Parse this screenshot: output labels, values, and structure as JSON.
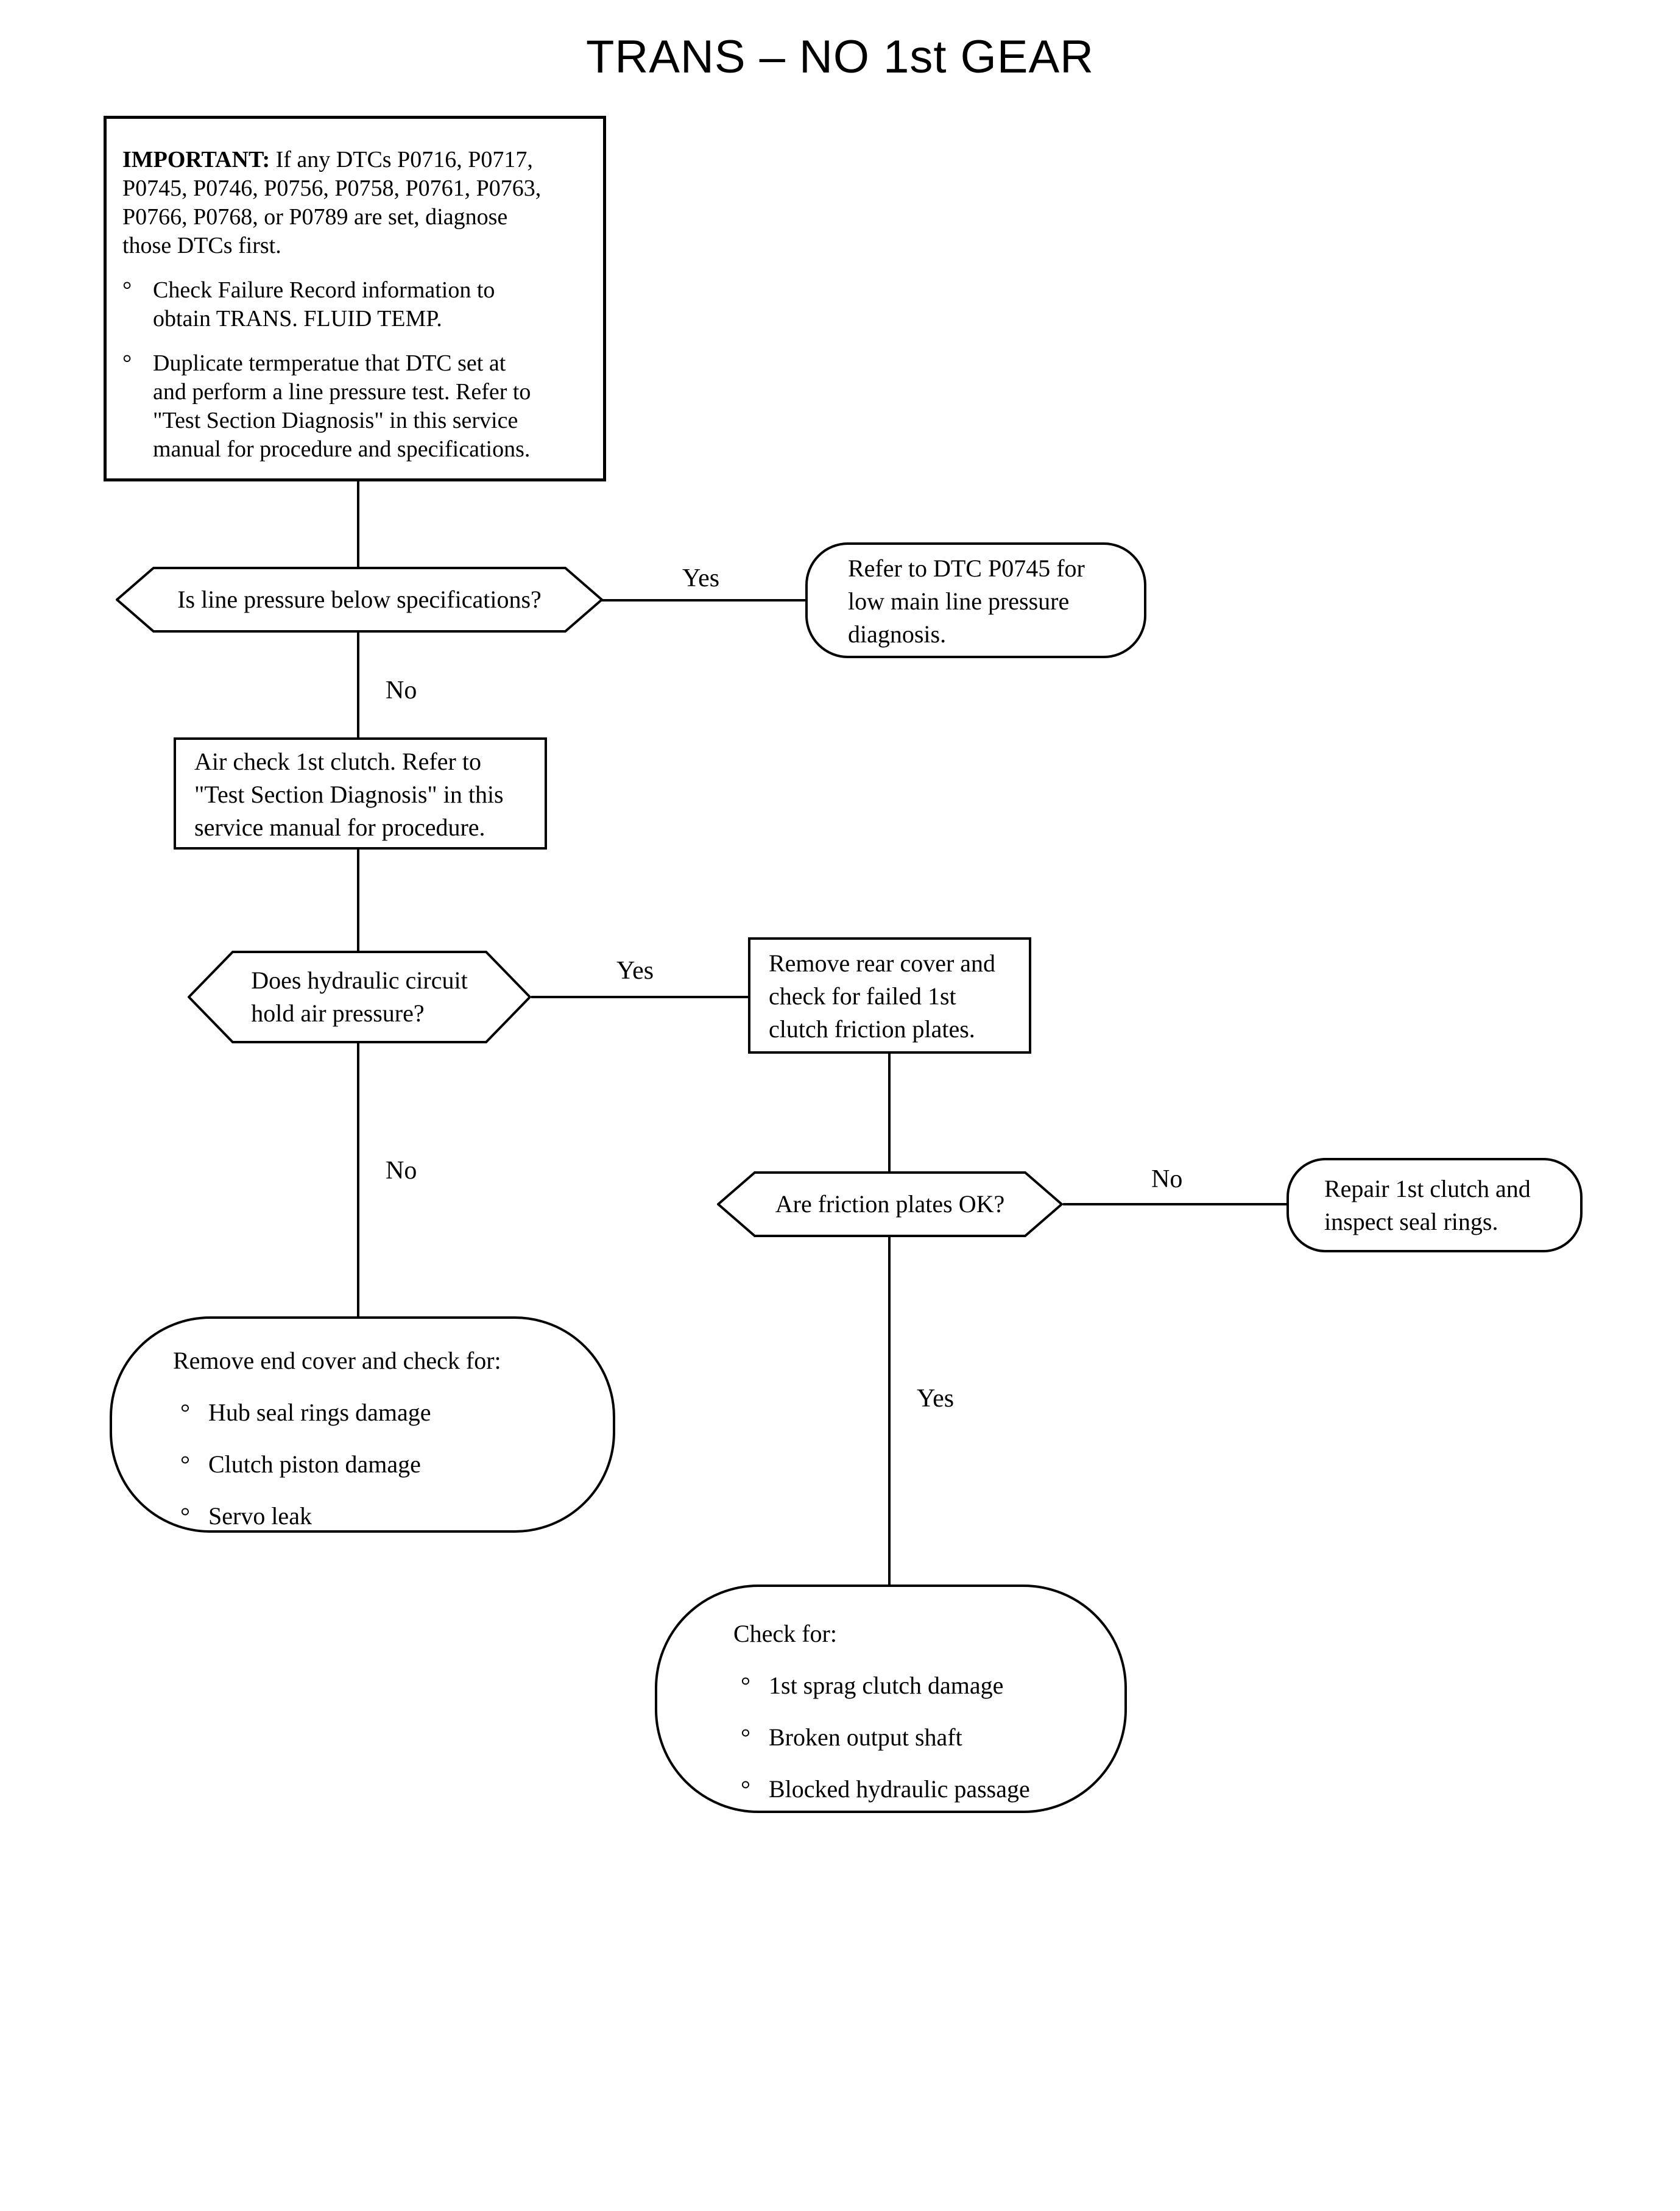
{
  "title": "TRANS – NO 1st GEAR",
  "bullet_char": "°",
  "labels": {
    "yes": "Yes",
    "no": "No"
  },
  "nodes": {
    "important": {
      "heading": "IMPORTANT:",
      "intro": "If any DTCs P0716, P0717,\nP0745, P0746, P0756, P0758, P0761, P0763,\nP0766, P0768, or P0789 are set, diagnose\nthose DTCs first.",
      "bullets": [
        "Check Failure Record information to\nobtain TRANS. FLUID TEMP.",
        "Duplicate termperatue that DTC set at\nand perform a line pressure test. Refer to\n\"Test Section Diagnosis\" in this service\nmanual for procedure and specifications."
      ]
    },
    "q_line_pressure": "Is line pressure below specifications?",
    "refer_dtc": "Refer to DTC P0745 for\nlow main line pressure\ndiagnosis.",
    "air_check": "Air check 1st clutch. Refer to\n\"Test Section Diagnosis\" in this\nservice manual for procedure.",
    "q_hold_air": "Does hydraulic circuit\nhold air pressure?",
    "remove_rear_cover": "Remove rear cover and\ncheck for failed 1st\nclutch friction plates.",
    "q_friction_ok": "Are friction plates OK?",
    "repair_clutch": "Repair 1st clutch and\ninspect seal rings.",
    "remove_end_cover": {
      "heading": "Remove end cover and check for:",
      "bullets": [
        "Hub seal rings damage",
        "Clutch piston damage",
        "Servo leak"
      ]
    },
    "check_for": {
      "heading": "Check for:",
      "bullets": [
        "1st sprag clutch damage",
        "Broken output shaft",
        "Blocked hydraulic passage"
      ]
    }
  }
}
